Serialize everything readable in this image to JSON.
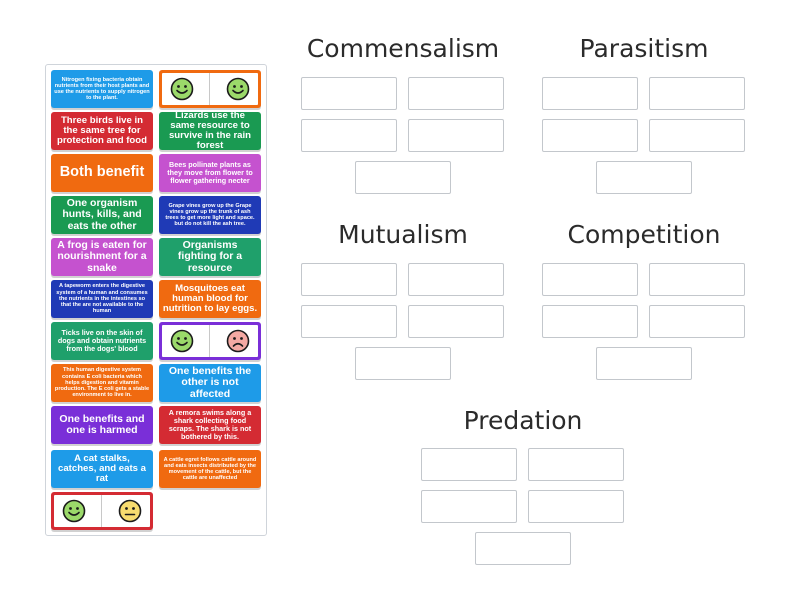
{
  "colors": {
    "blue": "#1e9be8",
    "red": "#d42b33",
    "green": "#1a9a52",
    "orange": "#f06a10",
    "pink": "#c552cf",
    "navy": "#1f3ab6",
    "teal": "#1fa06b",
    "purple": "#7a2fd8"
  },
  "cards": [
    {
      "id": "c1",
      "text": "Nitrogen fixing bacteria obtain nutrients from their host plants and use the nutrients to supply nitrogen to the plant.",
      "color": "blue"
    },
    {
      "id": "c2",
      "type": "emoji",
      "faces": [
        "happy",
        "happy"
      ],
      "color": "orange"
    },
    {
      "id": "c3",
      "text": "Three birds live in the same tree for protection and food",
      "color": "red"
    },
    {
      "id": "c4",
      "text": "Lizards use the same resource to survive in the rain forest",
      "color": "green"
    },
    {
      "id": "c5",
      "text": "Both benefit",
      "color": "orange"
    },
    {
      "id": "c6",
      "text": "Bees pollinate plants as they move from flower to flower gathering necter",
      "color": "pink"
    },
    {
      "id": "c7",
      "text": "One organism hunts, kills, and eats the other",
      "color": "green"
    },
    {
      "id": "c8",
      "text": "Grape vines grow up the Grape vines grow up the trunk of ash trees to get more light and space. but do not kill the ash tree.",
      "color": "navy"
    },
    {
      "id": "c9",
      "text": "A frog is eaten for nourishment for a snake",
      "color": "pink"
    },
    {
      "id": "c10",
      "text": "Organisms fighting for a resource",
      "color": "teal"
    },
    {
      "id": "c11",
      "text": "A tapeworm enters the digestive system of a human and consumes the nutrients in the intestines so that the are not available to the human",
      "color": "navy"
    },
    {
      "id": "c12",
      "text": "Mosquitoes eat human blood for nutrition to lay eggs.",
      "color": "orange"
    },
    {
      "id": "c13",
      "text": "Ticks live on the skin of dogs and obtain nutrients from the dogs' blood",
      "color": "teal"
    },
    {
      "id": "c14",
      "type": "emoji",
      "faces": [
        "happy",
        "sad"
      ],
      "color": "purple"
    },
    {
      "id": "c15",
      "text": "This human digestive system contains E coli bacteria which helps digestion and vitamin production. The E coli gets a stable environment to live in.",
      "color": "orange"
    },
    {
      "id": "c16",
      "text": "One benefits the other is not affected",
      "color": "blue"
    },
    {
      "id": "c17",
      "text": "One benefits and one is harmed",
      "color": "purple"
    },
    {
      "id": "c18",
      "text": "A remora swims along a shark collecting food scraps. The shark is not bothered by this.",
      "color": "red"
    },
    {
      "id": "c19",
      "text": "A cat stalks, catches, and eats a rat",
      "color": "blue"
    },
    {
      "id": "c20",
      "text": "A cattle egret follows cattle around and eats insects distributed by the movement of the cattle, but the cattle are unaffected",
      "color": "orange"
    },
    {
      "id": "c21",
      "type": "emoji",
      "faces": [
        "happy",
        "neutral"
      ],
      "color": "red"
    }
  ],
  "categories": {
    "commensalism": {
      "title": "Commensalism"
    },
    "parasitism": {
      "title": "Parasitism"
    },
    "mutualism": {
      "title": "Mutualism"
    },
    "competition": {
      "title": "Competition"
    },
    "predation": {
      "title": "Predation"
    }
  }
}
